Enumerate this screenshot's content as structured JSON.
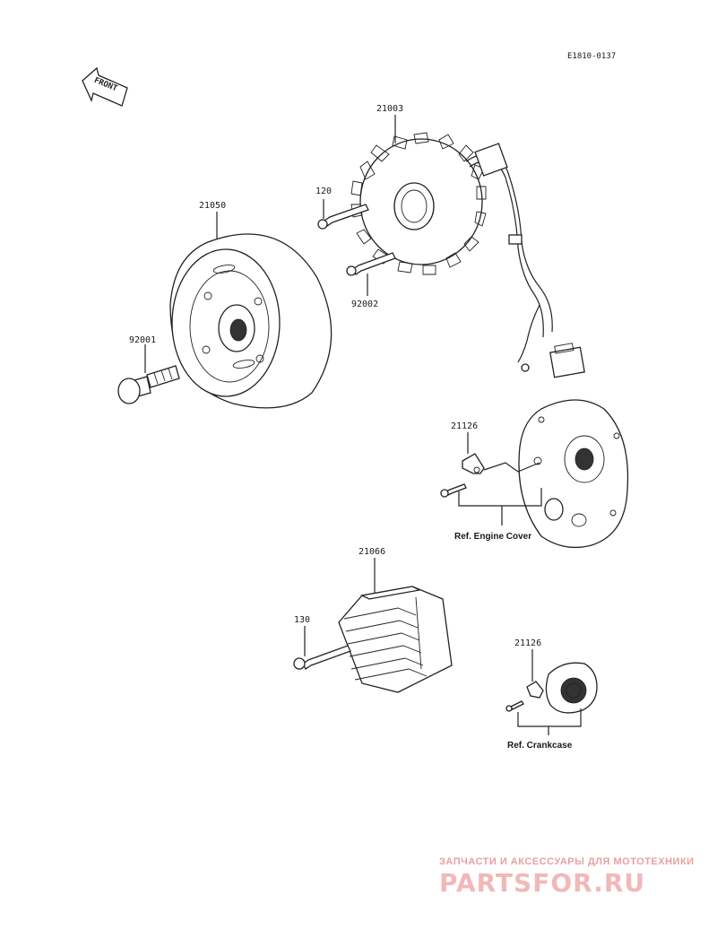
{
  "diagram_code": "E1810-0137",
  "front_arrow": {
    "label": "FRONT"
  },
  "parts": {
    "stator": "21003",
    "flywheel": "21050",
    "stator_bolt_upper": "120",
    "stator_bolt_lower": "92002",
    "rotor_bolt": "92001",
    "clamp_engine_cover": "21126",
    "regulator": "21066",
    "regulator_bolt": "130",
    "clamp_crankcase": "21126"
  },
  "references": {
    "engine_cover": "Ref. Engine Cover",
    "crankcase": "Ref. Crankcase"
  },
  "watermark": {
    "tagline": "ЗАПЧАСТИ И АКСЕССУАРЫ ДЛЯ МОТОТЕХНИКИ",
    "brand": "PARTSFOR.RU"
  },
  "colors": {
    "line": "#222222",
    "watermark": "#f2b8b8"
  }
}
